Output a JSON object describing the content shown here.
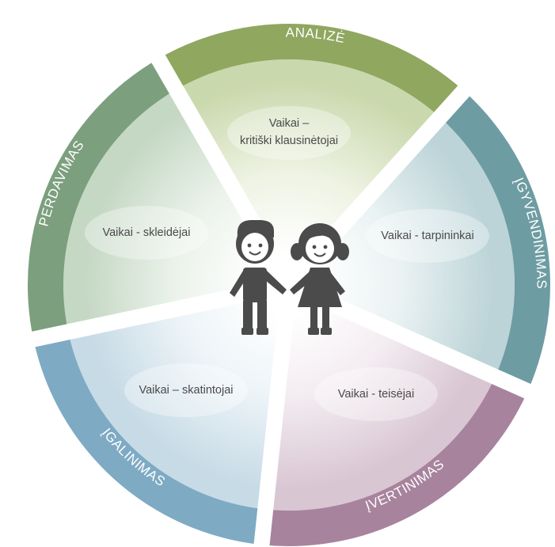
{
  "segments": [
    {
      "key": "analize",
      "ring_label": "ANALIZĖ",
      "inner_lines": [
        "Vaikai –",
        "kritiški klausinėtojai"
      ],
      "colors": {
        "ring": "#8fa75f",
        "inner_edge": "#cad8ad",
        "inner_center": "#eef3e3"
      }
    },
    {
      "key": "igyvendinimas",
      "ring_label": "ĮGYVENDINIMAS",
      "inner_lines": [
        "Vaikai - tarpininkai"
      ],
      "colors": {
        "ring": "#6e9ca3",
        "inner_edge": "#bcd4d8",
        "inner_center": "#eaf2f3"
      }
    },
    {
      "key": "ivertinimas",
      "ring_label": "ĮVERTINIMAS",
      "inner_lines": [
        "Vaikai - teisėjai"
      ],
      "colors": {
        "ring": "#a7839d",
        "inner_edge": "#d9c6d3",
        "inner_center": "#f3ecf1"
      }
    },
    {
      "key": "igalinimas",
      "ring_label": "ĮGALINIMAS",
      "inner_lines": [
        "Vaikai – skatintojai"
      ],
      "colors": {
        "ring": "#7eaac4",
        "inner_edge": "#c7dbe6",
        "inner_center": "#edf4f8"
      }
    },
    {
      "key": "perdavimas",
      "ring_label": "PERDAVIMAS",
      "inner_lines": [
        "Vaikai - skleidėjai"
      ],
      "colors": {
        "ring": "#7c9f7e",
        "inner_edge": "#c5d8c4",
        "inner_center": "#ecf3eb"
      }
    }
  ],
  "center": {
    "icon": "boy-and-girl-holding-hands-icon",
    "color": "#4b4b4b"
  }
}
